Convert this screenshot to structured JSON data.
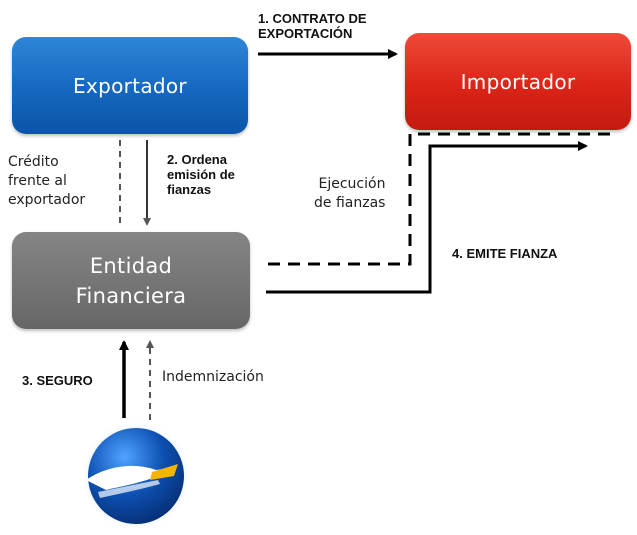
{
  "nodes": {
    "exportador": "Exportador",
    "importador": "Importador",
    "entidad": "Entidad\nFinanciera"
  },
  "labels": {
    "contrato": "1. CONTRATO DE\nEXPORTACIÓN",
    "ordena": "2. Ordena\nemisión de\nfianzas",
    "credito": "Crédito\nfrente al\nexportador",
    "ejecucion": "Ejecución\nde fianzas",
    "emite": "4. EMITE FIANZA",
    "seguro": "3. SEGURO",
    "indemnizacion": "Indemnización"
  },
  "logo": {
    "icon": "insurer-globe-logo"
  },
  "colors": {
    "exportador": "#1567c0",
    "importador": "#db2417",
    "entidad": "#737373",
    "arrow": "#000000"
  }
}
